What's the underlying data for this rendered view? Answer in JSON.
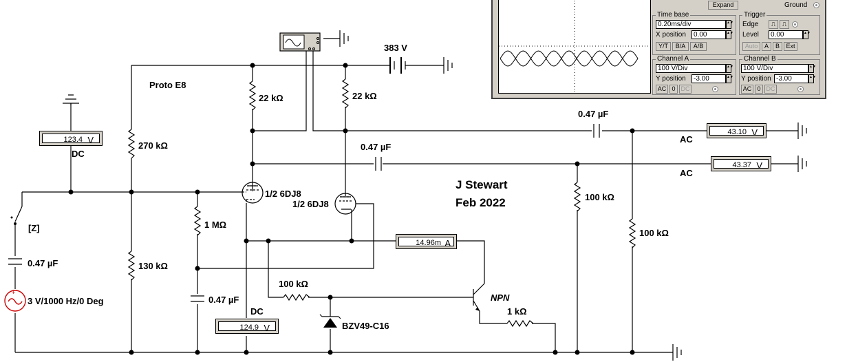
{
  "schematic": {
    "title_label": "Proto E8",
    "author": "J Stewart",
    "date": "Feb 2022",
    "supply_voltage": "383 V",
    "r_plate_left": "22 kΩ",
    "r_plate_right": "22 kΩ",
    "r_divider_top": "270 kΩ",
    "r_divider_bottom": "130 kΩ",
    "r_grid": "1 MΩ",
    "c_grid": "0.47 µF",
    "c_input": "0.47 µF",
    "c_out_top": "0.47 µF",
    "c_out_bottom": "0.47 µF",
    "r_load_left": "100 kΩ",
    "r_load_right": "100 kΩ",
    "r_base": "100 kΩ",
    "r_emitter": "1 kΩ",
    "tube_left": "1/2 6DJ8",
    "tube_right": "1/2 6DJ8",
    "transistor": "NPN",
    "zener": "BZV49-C16",
    "source": "3 V/1000 Hz/0 Deg",
    "switch_key": "[Z]",
    "label_dc_top": "DC",
    "label_dc_bottom": "DC",
    "label_ac_top": "AC",
    "label_ac_bottom": "AC"
  },
  "meters": {
    "dc_supply": {
      "value": "123.4",
      "unit": "V"
    },
    "dc_cathode": {
      "value": "124.9",
      "unit": "V"
    },
    "current": {
      "value": "14.96m",
      "unit": "A"
    },
    "ac_top": {
      "value": "43.10",
      "unit": "V"
    },
    "ac_bottom": {
      "value": "43.37",
      "unit": "V"
    }
  },
  "oscilloscope": {
    "expand_label": "Expand",
    "ground_label": "Ground",
    "timebase": {
      "title": "Time base",
      "value": "0.20ms/div",
      "xpos_label": "X position",
      "xpos_value": "0.00",
      "buttons": [
        "Y/T",
        "B/A",
        "A/B"
      ]
    },
    "trigger": {
      "title": "Trigger",
      "edge_label": "Edge",
      "level_label": "Level",
      "level_value": "0.00",
      "buttons": [
        "Auto",
        "A",
        "B",
        "Ext"
      ]
    },
    "channel_a": {
      "title": "Channel A",
      "value": "100 V/Div",
      "ypos_label": "Y position",
      "ypos_value": "-3.00",
      "buttons": [
        "AC",
        "0",
        "DC"
      ]
    },
    "channel_b": {
      "title": "Channel B",
      "value": "100 V/Div",
      "ypos_label": "Y position",
      "ypos_value": "-3.00",
      "buttons": [
        "AC",
        "0",
        "DC"
      ]
    }
  }
}
